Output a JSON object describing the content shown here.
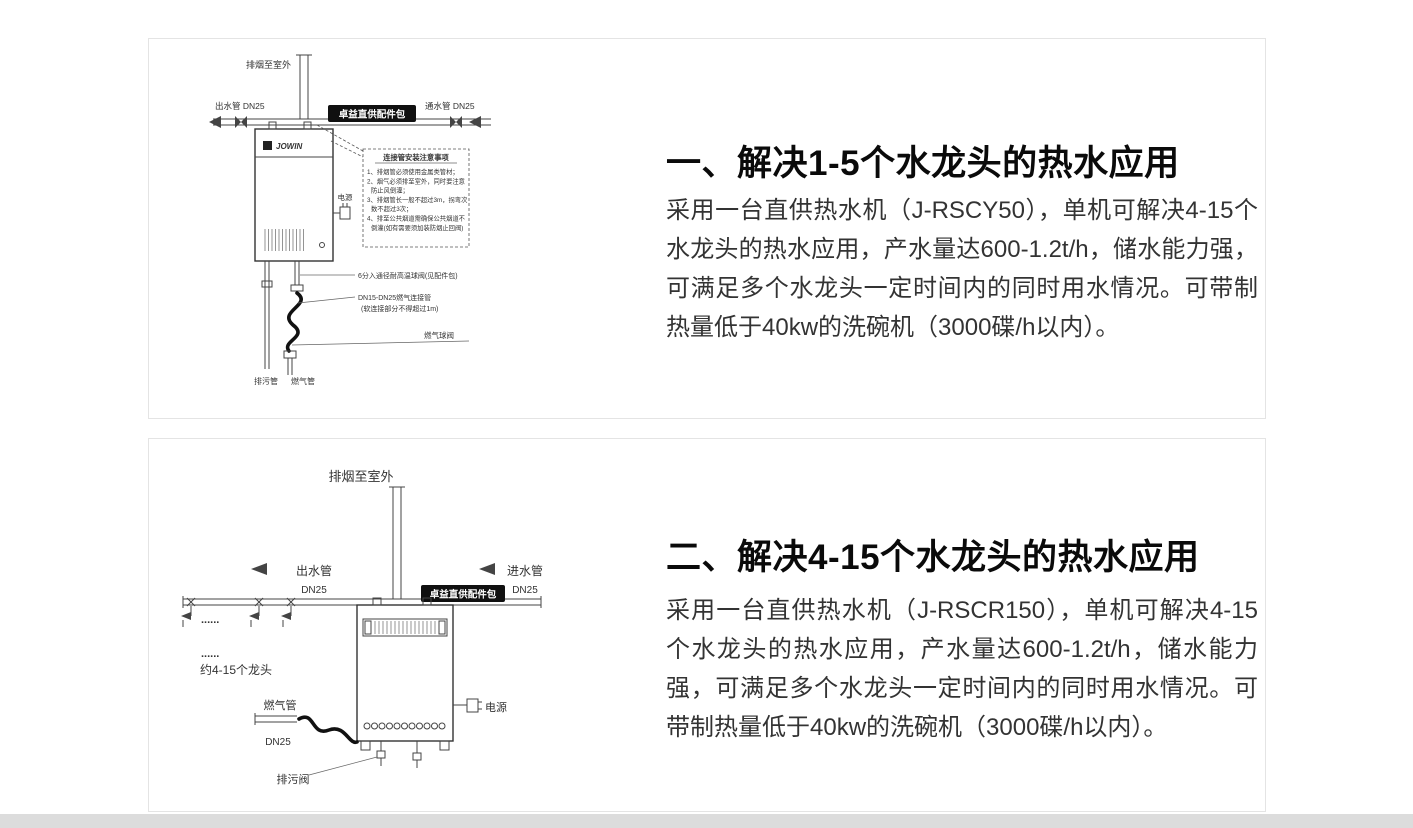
{
  "section1": {
    "title": "一、解决1-5个水龙头的热水应用",
    "body": "采用一台直供热水机（J-RSCY50），单机可解决4-15个水龙头的热水应用，产水量达600-1.2t/h，储水能力强，可满足多个水龙头一定时间内的同时用水情况。可带制热量低于40kw的洗碗机（3000碟/h以内）。",
    "diagram": {
      "exhaust_label": "排烟至室外",
      "outlet_label": "出水管 DN25",
      "inlet_label": "通水管 DN25",
      "kit_label": "卓益直供配件包",
      "brand": "JOWIN",
      "notes_title": "连接管安装注意事项",
      "notes": [
        "1、排烟管必须使用金属类管材；",
        "2、烟气必须排至室外，同时要注意",
        "防止风倒灌；",
        "3、排烟管长一般不超过3m，拐弯次",
        "数不超过3次；",
        "4、排至公共烟道需确保公共烟道不",
        "倒灌(如有需要须加装防烟止回阀)"
      ],
      "power_label": "电源",
      "ball_valve_label": "6分入通径耐高温球阀(见配件包)",
      "gas_hose_label": "DN15-DN25燃气连接管",
      "gas_hose_note": "(软连接部分不得超过1m)",
      "gas_valve_label": "燃气球阀",
      "drain_label": "排污管",
      "gas_label": "燃气管"
    }
  },
  "section2": {
    "title": "二、解决4-15个水龙头的热水应用",
    "body": "采用一台直供热水机（J-RSCR150），单机可解决4-15个水龙头的热水应用，产水量达600-1.2t/h，储水能力强，可满足多个水龙头一定时间内的同时用水情况。可带制热量低于40kw的洗碗机（3000碟/h以内）。",
    "diagram": {
      "exhaust_label": "排烟至室外",
      "outlet_label": "出水管",
      "outlet_dn": "DN25",
      "inlet_label": "进水管",
      "inlet_dn": "DN25",
      "kit_label": "卓益直供配件包",
      "dots": "......",
      "taps_label": "约4-15个龙头",
      "gas_label": "燃气管",
      "gas_dn": "DN25",
      "power_label": "电源",
      "drain_valve_label": "排污阀"
    }
  }
}
